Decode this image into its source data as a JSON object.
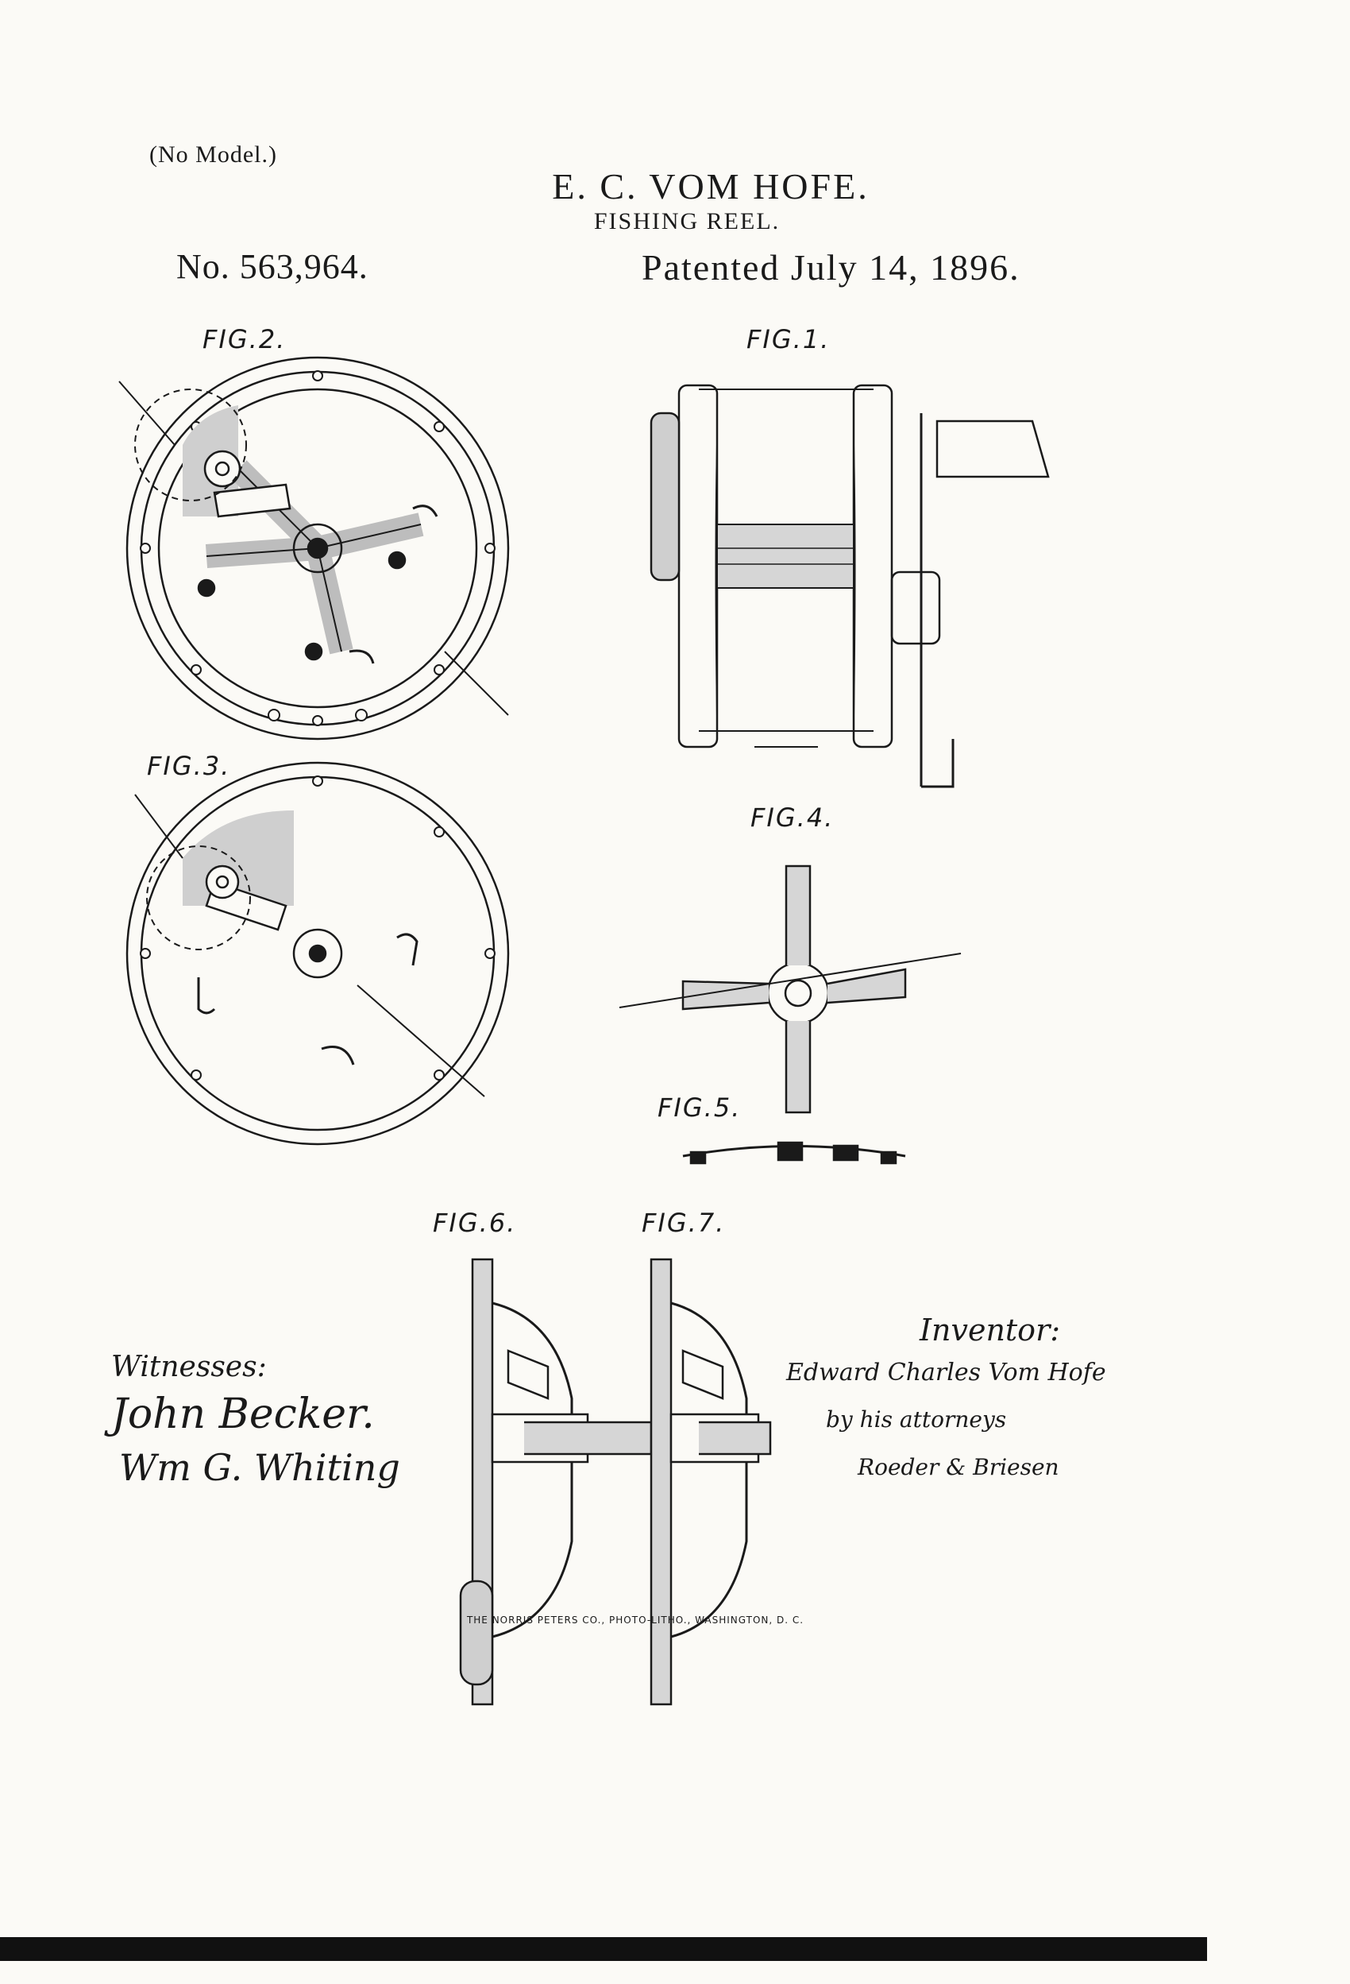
{
  "header": {
    "model_note": "(No Model.)",
    "inventor": "E. C. VOM HOFE.",
    "title": "FISHING REEL.",
    "patent_no": "No. 563,964.",
    "patent_date": "Patented July 14, 1896."
  },
  "figures": {
    "fig1": "FIG.1.",
    "fig2": "FIG.2.",
    "fig3": "FIG.3.",
    "fig4": "FIG.4.",
    "fig5": "FIG.5.",
    "fig6": "FIG.6.",
    "fig7": "FIG.7."
  },
  "signatures": {
    "witnesses_label": "Witnesses:",
    "witness_1": "John Becker.",
    "witness_2": "Wm G. Whiting",
    "inventor_label": "Inventor:",
    "inventor_name": "Edward Charles Vom Hofe",
    "attorney_note": "by his attorneys",
    "attorneys": "Roeder & Briesen"
  },
  "footer": {
    "printer": "THE NORRIS PETERS CO., PHOTO-LITHO., WASHINGTON, D. C."
  }
}
